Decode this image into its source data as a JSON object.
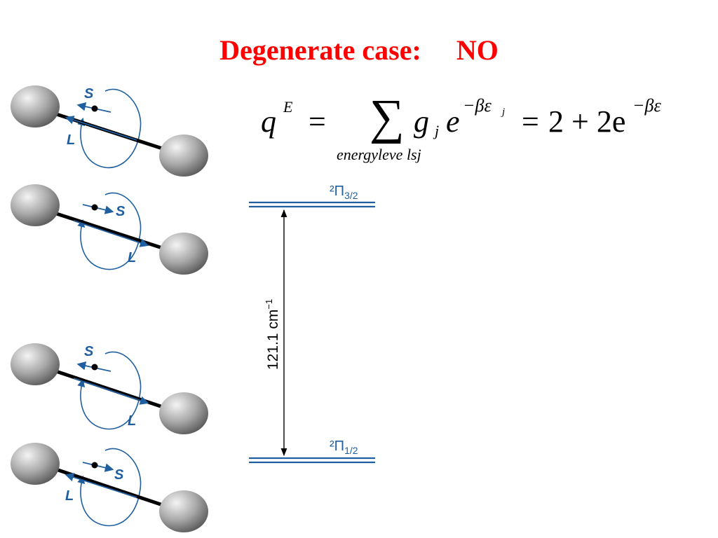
{
  "title": {
    "label": "Degenerate case:",
    "answer": "NO",
    "color": "#ff0000"
  },
  "equation": {
    "lhs_symbol": "q",
    "lhs_superscript": "E",
    "equals": "=",
    "sum_symbol": "∑",
    "sum_subscript": "energyleve lsj",
    "term_g": "g",
    "term_g_subscript": "j",
    "term_e": "e",
    "exponent_1": "−βε",
    "exponent_1_subscript": "j",
    "equals_2": "=",
    "rhs": "2 + 2e",
    "exponent_2": "−βε"
  },
  "vector_labels": {
    "spin": "S",
    "orbital": "L"
  },
  "energy_diagram": {
    "upper_level": "²Π",
    "upper_level_subscript": "3/2",
    "lower_level": "²Π",
    "lower_level_subscript": "1/2",
    "gap_value": "121.1 cm",
    "gap_unit_superscript": "−1",
    "line_color": "#1f5fa0"
  },
  "colors": {
    "arrow_blue": "#1f5fa0",
    "atom_gray": "#9a9a9a",
    "bond": "#000000"
  }
}
